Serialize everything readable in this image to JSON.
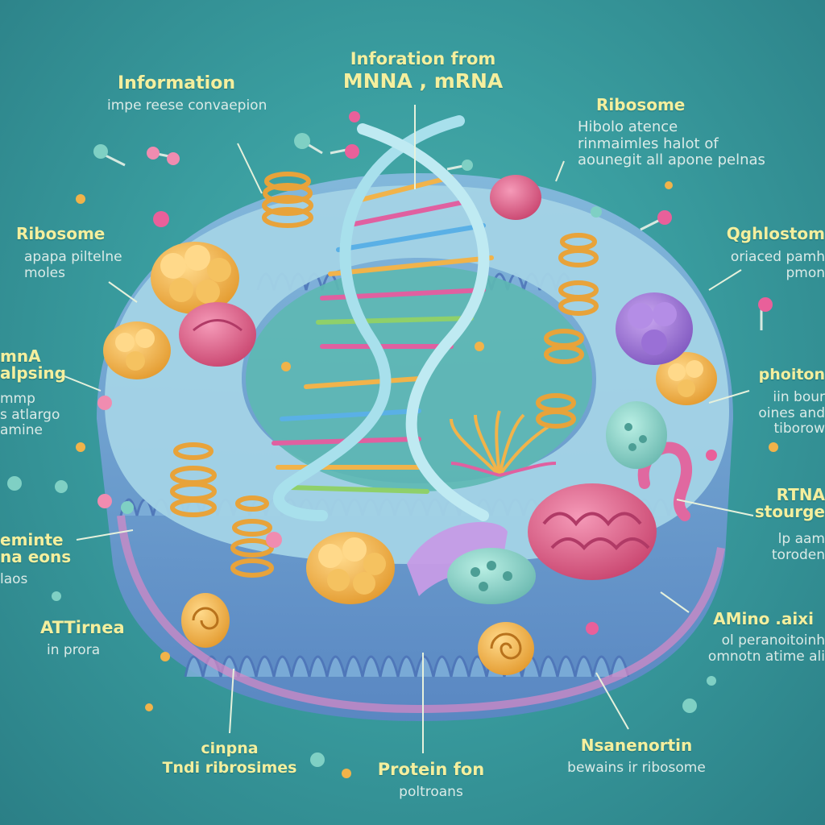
{
  "labels": {
    "top_center": {
      "line1": "Inforation from",
      "line2": "MNNA , mRNA"
    },
    "top_left": {
      "title": "Information",
      "sub": "impe reese convaepion"
    },
    "top_right": {
      "title": "Ribosome",
      "sub": [
        "Hibolo atence",
        "rinmaimles halot of",
        "aounegit all apone pelnas"
      ]
    },
    "left_1": {
      "title": "Ribosome",
      "sub": [
        "apapa piltelne",
        "moles"
      ]
    },
    "left_2": {
      "title": "mnA",
      "title2": "alpsing",
      "sub": [
        "mmp",
        "s atlargo",
        "amine"
      ]
    },
    "left_3": {
      "title": "eminte",
      "title2": "na eons",
      "sub": [
        "laos"
      ]
    },
    "left_4": {
      "title": "ATTirnea",
      "sub": [
        "in prora"
      ]
    },
    "right_1": {
      "title": "Qghlostom",
      "sub": [
        "oriaced pamh",
        "pmon"
      ]
    },
    "right_2": {
      "title": "phoiton",
      "sub": [
        "iin bour",
        "oines and",
        "tiborow"
      ]
    },
    "right_3": {
      "title": "RTNA",
      "title2": "stourge",
      "sub": [
        "lp aam",
        "toroden"
      ]
    },
    "right_4": {
      "title": "AMino .aixi",
      "sub": [
        "ol peranoitoinh",
        "omnotn atime ali"
      ]
    },
    "bottom_left": {
      "line1": "cinpna",
      "line2": "Tndi ribrosimes"
    },
    "bottom_center": {
      "title": "Protein fon",
      "sub": "poltroans"
    },
    "bottom_right": {
      "title": "Nsanenortin",
      "sub": "bewains ir ribosome"
    }
  },
  "colors": {
    "background": "#3a9ea0",
    "label_yellow": "#f4ef9e",
    "membrane": "#8fc4dc",
    "dna_backbone": "#a8e0ec",
    "ribosome_orange": "#f1b94a",
    "protein_pink": "#e0608e",
    "protein_purple": "#a77fd6",
    "coil_gold": "#f1b34a"
  }
}
